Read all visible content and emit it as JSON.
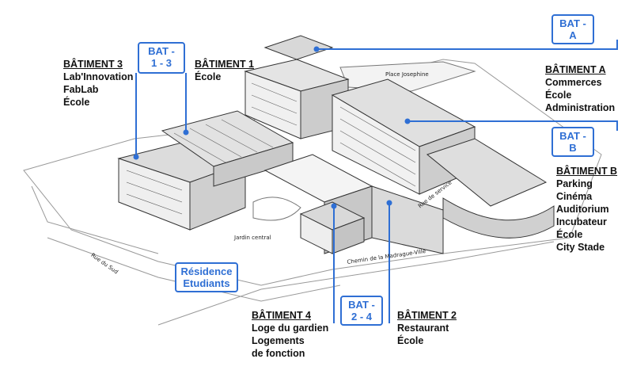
{
  "map_labels": {
    "place_josephine": "Place Josephine",
    "jardin_central": "Jardin central",
    "rue_de_service": "Rue de service",
    "rue_du_sud": "Rue du Sud",
    "chemin": "Chemin de la Madrague-Ville"
  },
  "badges": {
    "bat_a": {
      "line1": "BAT -",
      "line2": "A"
    },
    "bat_b": {
      "line1": "BAT -",
      "line2": "B"
    },
    "bat_13": {
      "line1": "BAT -",
      "line2": "1 - 3"
    },
    "bat_24": {
      "line1": "BAT -",
      "line2": "2 - 4"
    },
    "residence": {
      "line1": "Résidence",
      "line2": "Etudiants"
    }
  },
  "buildings": {
    "bat3": {
      "title": "BÂTIMENT 3",
      "items": [
        "Lab'Innovation",
        "FabLab",
        "École"
      ]
    },
    "bat1": {
      "title": "BÂTIMENT 1",
      "items": [
        "École"
      ]
    },
    "bata": {
      "title": "BÂTIMENT A",
      "items": [
        "Commerces",
        "École",
        "Administration"
      ]
    },
    "batb": {
      "title": "BÂTIMENT B",
      "items": [
        "Parking",
        "Cinéma",
        "Auditorium",
        "Incubateur",
        "École",
        "City Stade"
      ]
    },
    "bat4": {
      "title": "BÂTIMENT 4",
      "items": [
        "Loge du gardien",
        "Logements",
        "de fonction"
      ]
    },
    "bat2": {
      "title": "BÂTIMENT 2",
      "items": [
        "Restaurant",
        "École"
      ]
    }
  },
  "colors": {
    "accent": "#2f6fd4",
    "line": "#2f6fd4",
    "building_stroke": "#333333",
    "building_fill": "#e8e8e8"
  }
}
